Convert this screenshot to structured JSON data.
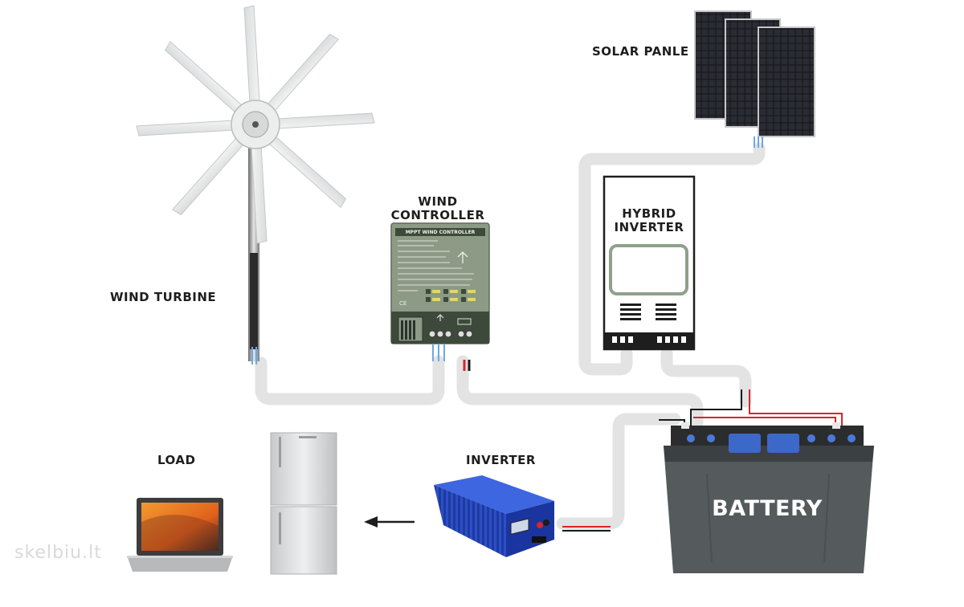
{
  "labels": {
    "wind_turbine": "WIND TURBINE",
    "wind_controller_line1": "WIND",
    "wind_controller_line2": "CONTROLLER",
    "hybrid_inverter_line1": "HYBRID",
    "hybrid_inverter_line2": "INVERTER",
    "solar_panel": "SOLAR PANLE",
    "load": "LOAD",
    "inverter": "INVERTER",
    "battery": "BATTERY"
  },
  "controller_panel": {
    "title": "MPPT WIND CONTROLLER"
  },
  "watermark": "skelbiu.lt",
  "colors": {
    "cable": "#e2e2e2",
    "battery_body": "#555a5c",
    "controller_body": "#8c9a86",
    "inverter_blue": "#2b4fc7",
    "hybrid_screen": "#8fa08c",
    "wire_red": "#d8262a",
    "wire_black": "#1a1a1a",
    "wire_blue": "#6ea8e0"
  },
  "icons": [
    "wind-turbine-icon",
    "wind-controller-icon",
    "solar-panel-icon",
    "hybrid-inverter-icon",
    "battery-icon",
    "power-inverter-icon",
    "fridge-icon",
    "laptop-icon",
    "arrow-left-icon"
  ]
}
